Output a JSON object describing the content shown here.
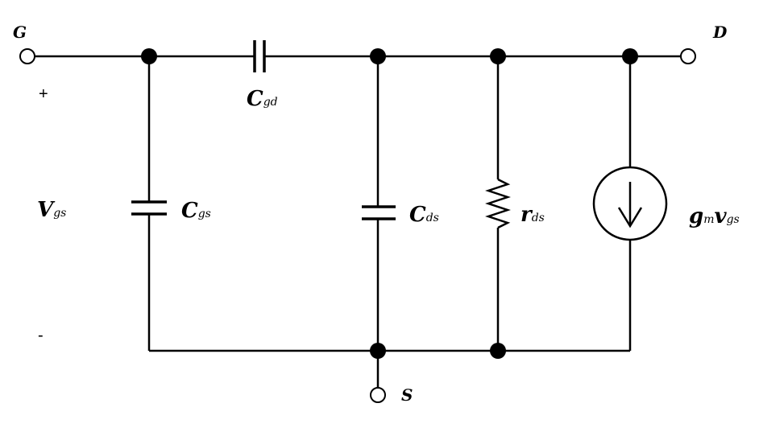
{
  "terminals": {
    "gate": "G",
    "drain": "D",
    "source": "S"
  },
  "polarity": {
    "plus": "+",
    "minus": "-"
  },
  "labels": {
    "vgs": {
      "main": "V",
      "sub": "gs"
    },
    "cgs": {
      "main": "C",
      "sub": "gs"
    },
    "cgd": {
      "main": "C",
      "sub": "gd"
    },
    "cds": {
      "main": "C",
      "sub": "ds"
    },
    "rds": {
      "main": "r",
      "sub": "ds"
    },
    "gm": {
      "main1": "g",
      "sub1": "m",
      "main2": "v",
      "sub2": "gs"
    }
  }
}
